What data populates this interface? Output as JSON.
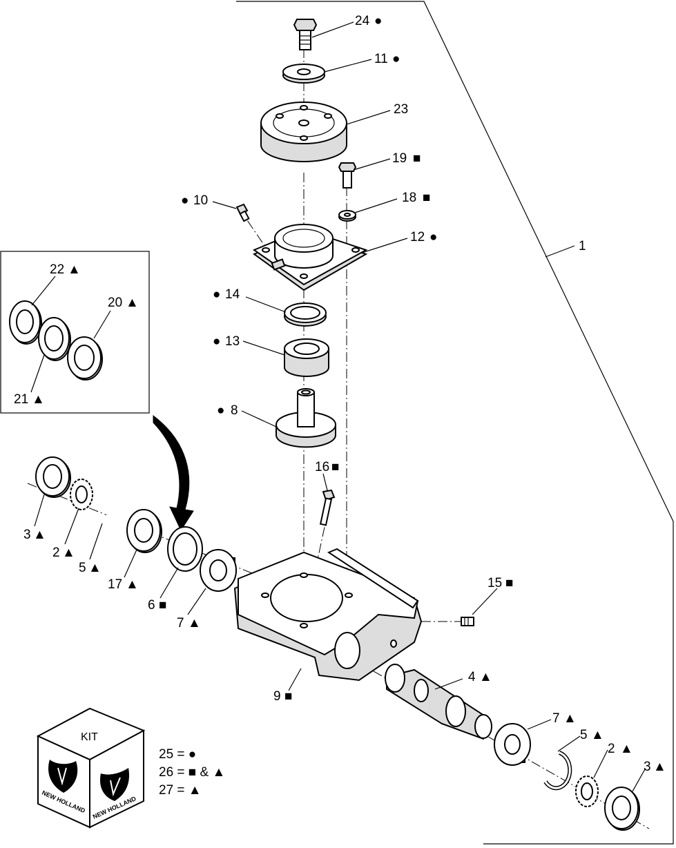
{
  "callouts": [
    {
      "id": "c24",
      "text": "24",
      "sym": "●"
    },
    {
      "id": "c11",
      "text": "11",
      "sym": "●"
    },
    {
      "id": "c23",
      "text": "23",
      "sym": ""
    },
    {
      "id": "c19",
      "text": "19",
      "sym": "■"
    },
    {
      "id": "c18",
      "text": "18",
      "sym": "■"
    },
    {
      "id": "c10",
      "text": "10",
      "sym": "●"
    },
    {
      "id": "c12",
      "text": "12",
      "sym": "●"
    },
    {
      "id": "c1",
      "text": "1",
      "sym": ""
    },
    {
      "id": "c14",
      "text": "14",
      "sym": "●"
    },
    {
      "id": "c13",
      "text": "13",
      "sym": "●"
    },
    {
      "id": "c8",
      "text": "8",
      "sym": "●"
    },
    {
      "id": "c22",
      "text": "22",
      "sym": "▲"
    },
    {
      "id": "c20",
      "text": "20",
      "sym": "▲"
    },
    {
      "id": "c21",
      "text": "21",
      "sym": "▲"
    },
    {
      "id": "c16",
      "text": "16",
      "sym": "■"
    },
    {
      "id": "c3a",
      "text": "3",
      "sym": "▲"
    },
    {
      "id": "c2a",
      "text": "2",
      "sym": "▲"
    },
    {
      "id": "c5a",
      "text": "5",
      "sym": "▲"
    },
    {
      "id": "c17",
      "text": "17",
      "sym": "▲"
    },
    {
      "id": "c6",
      "text": "6",
      "sym": "■"
    },
    {
      "id": "c7a",
      "text": "7",
      "sym": "▲"
    },
    {
      "id": "c15",
      "text": "15",
      "sym": "■"
    },
    {
      "id": "c9",
      "text": "9",
      "sym": "■"
    },
    {
      "id": "c4",
      "text": "4",
      "sym": "▲"
    },
    {
      "id": "c7b",
      "text": "7",
      "sym": "▲"
    },
    {
      "id": "c5b",
      "text": "5",
      "sym": "▲"
    },
    {
      "id": "c2b",
      "text": "2",
      "sym": "▲"
    },
    {
      "id": "c3b",
      "text": "3",
      "sym": "▲"
    }
  ],
  "kit": {
    "box_label": "KIT",
    "brand": "NEW HOLLAND",
    "legend": [
      {
        "text": "25 = ●"
      },
      {
        "text": "26 = ■ & ▲"
      },
      {
        "text": "27 = ▲"
      }
    ]
  }
}
